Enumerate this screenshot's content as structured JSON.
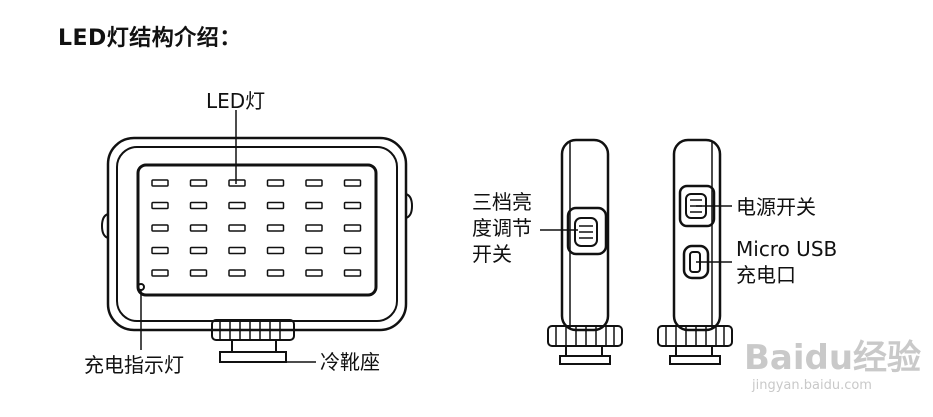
{
  "title": "LED灯结构介绍：",
  "labels": {
    "led": "LED灯",
    "charge_indicator": "充电指示灯",
    "cold_shoe": "冷靴座",
    "brightness_switch": [
      "三档亮",
      "度调节",
      "开关"
    ],
    "power_switch": "电源开关",
    "usb_port": [
      "Micro USB",
      "充电口"
    ]
  },
  "watermark": {
    "brand": "Baidu经验",
    "url": "jingyan.baidu.com"
  },
  "led_grid": {
    "rows": 5,
    "cols": 6
  }
}
